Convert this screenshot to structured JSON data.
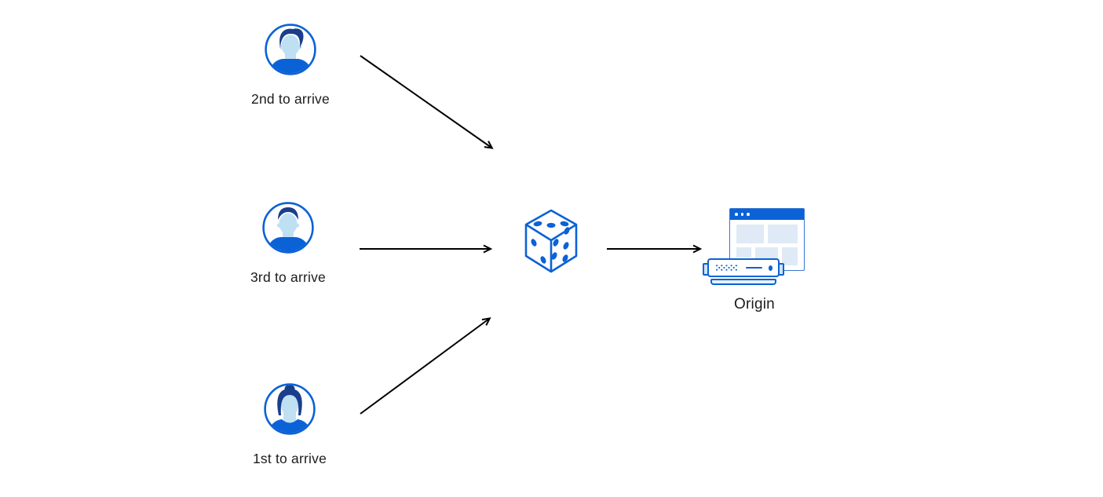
{
  "diagram": {
    "nodes": [
      {
        "id": "user-2nd",
        "icon": "user-avatar-male-icon",
        "label": "2nd to arrive"
      },
      {
        "id": "user-3rd",
        "icon": "user-avatar-male-icon",
        "label": "3rd to arrive"
      },
      {
        "id": "user-1st",
        "icon": "user-avatar-female-icon",
        "label": "1st to arrive"
      },
      {
        "id": "random-picker",
        "icon": "dice-icon",
        "label": ""
      },
      {
        "id": "origin",
        "icon": "origin-server-icon",
        "label": "Origin"
      }
    ],
    "edges": [
      {
        "from": "user-2nd",
        "to": "random-picker"
      },
      {
        "from": "user-3rd",
        "to": "random-picker"
      },
      {
        "from": "user-1st",
        "to": "random-picker"
      },
      {
        "from": "random-picker",
        "to": "origin"
      }
    ],
    "dice_pips": {
      "top_face": 3,
      "right_face": 5,
      "left_face": 2
    }
  },
  "colors": {
    "background": "#ffffff",
    "primary_blue": "#0b62d6",
    "hair_navy": "#1a3e8c",
    "skin_light_blue": "#bfe0f2",
    "pale_block_blue": "#dfeaf6",
    "window_border_blue": "#3a76d3",
    "arrow_black": "#000000",
    "label_text": "#1b1b1b"
  }
}
